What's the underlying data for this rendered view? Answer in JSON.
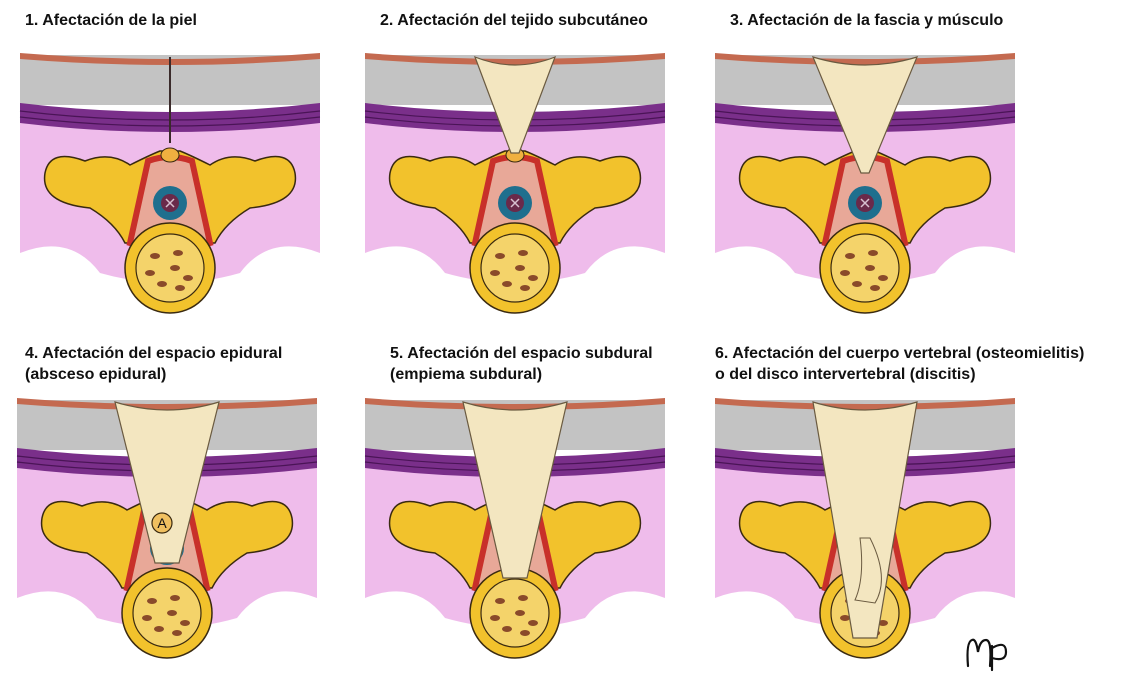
{
  "panels": [
    {
      "caption": [
        "1. Afectación de la piel"
      ],
      "stage": 1
    },
    {
      "caption": [
        "2. Afectación del tejido subcutáneo"
      ],
      "stage": 2
    },
    {
      "caption": [
        "3. Afectación de la fascia y músculo"
      ],
      "stage": 3
    },
    {
      "caption": [
        "4. Afectación del espacio epidural",
        "(absceso epidural)"
      ],
      "stage": 4
    },
    {
      "caption": [
        "5. Afectación del espacio subdural",
        "(empiema subdural)"
      ],
      "stage": 5
    },
    {
      "caption": [
        "6. Afectación del cuerpo vertebral (osteomielitis)",
        "o del disco intervertebral (discitis)"
      ],
      "stage": 6
    }
  ],
  "abscess_label": "A",
  "signature": "Mp",
  "colors": {
    "skin": "#c46a50",
    "fat": "#b9b9b9",
    "fascia": "#7a2f8a",
    "muscle": "#e9a6e4",
    "bone": "#f2c22c",
    "bone_outline": "#3a2a10",
    "dura": "#c8302a",
    "canal": "#e8a898",
    "cord_ring": "#1f6f8e",
    "cord": "#6a2a4a",
    "marrow": "#8a4a2a",
    "sinus": "#f3e6c0"
  }
}
